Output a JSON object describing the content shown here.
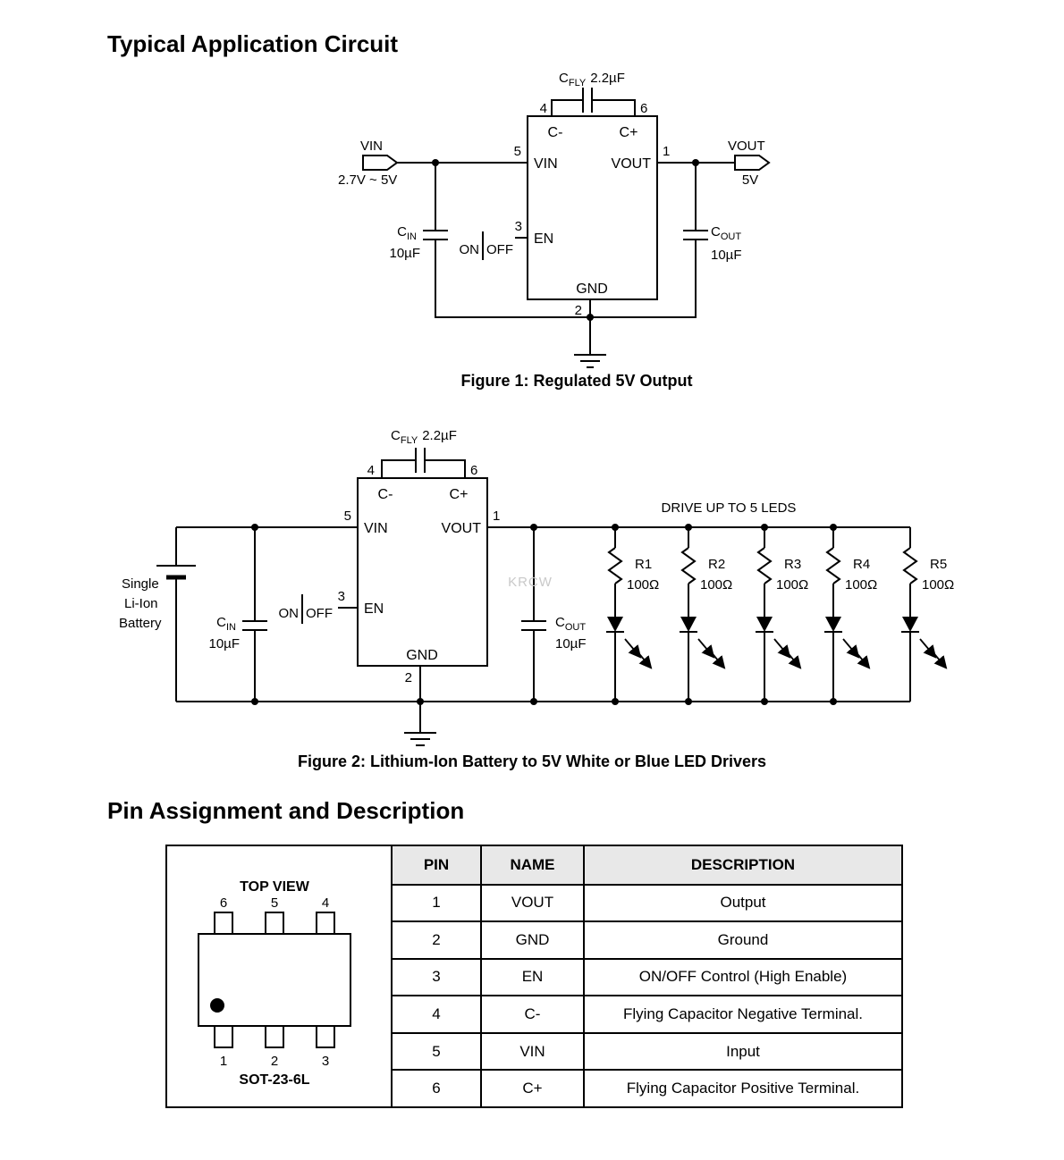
{
  "titles": {
    "section1": "Typical Application Circuit",
    "section2": "Pin Assignment and Description"
  },
  "f1": {
    "caption": "Figure 1: Regulated 5V Output",
    "ic": {
      "pin4": "4",
      "pin6": "6",
      "pin5": "5",
      "pin3": "3",
      "pin1": "1",
      "pin2": "2",
      "cminus": "C-",
      "cplus": "C+",
      "vin": "VIN",
      "vout": "VOUT",
      "en": "EN",
      "gnd": "GND"
    },
    "cfly": {
      "c": "C",
      "sub": "FLY",
      "val": "2.2µF"
    },
    "cin": {
      "c": "C",
      "sub": "IN",
      "val": "10µF"
    },
    "cout": {
      "c": "C",
      "sub": "OUT",
      "val": "10µF"
    },
    "vin": {
      "label": "VIN",
      "range": "2.7V ~ 5V"
    },
    "vout": {
      "label": "VOUT",
      "val": "5V"
    },
    "sw": {
      "on": "ON",
      "off": "OFF"
    }
  },
  "f2": {
    "caption": "Figure 2: Lithium-Ion Battery to 5V White or Blue LED Drivers",
    "ic": {
      "pin4": "4",
      "pin6": "6",
      "pin5": "5",
      "pin3": "3",
      "pin1": "1",
      "pin2": "2",
      "cminus": "C-",
      "cplus": "C+",
      "vin": "VIN",
      "vout": "VOUT",
      "en": "EN",
      "gnd": "GND"
    },
    "cfly": {
      "c": "C",
      "sub": "FLY",
      "val": "2.2µF"
    },
    "cin": {
      "c": "C",
      "sub": "IN",
      "val": "10µF"
    },
    "cout": {
      "c": "C",
      "sub": "OUT",
      "val": "10µF"
    },
    "battery": {
      "line1": "Single",
      "line2": "Li-Ion",
      "line3": "Battery"
    },
    "sw": {
      "on": "ON",
      "off": "OFF"
    },
    "drive": "DRIVE UP TO 5 LEDS",
    "watermark": "KRCW",
    "resistors": [
      {
        "name": "R1",
        "val": "100Ω"
      },
      {
        "name": "R2",
        "val": "100Ω"
      },
      {
        "name": "R3",
        "val": "100Ω"
      },
      {
        "name": "R4",
        "val": "100Ω"
      },
      {
        "name": "R5",
        "val": "100Ω"
      }
    ]
  },
  "pin_table": {
    "top_view": "TOP VIEW",
    "package": "SOT-23-6L",
    "top_pins": [
      "6",
      "5",
      "4"
    ],
    "bottom_pins": [
      "1",
      "2",
      "3"
    ],
    "headers": [
      "PIN",
      "NAME",
      "DESCRIPTION"
    ],
    "rows": [
      {
        "pin": "1",
        "name": "VOUT",
        "desc": "Output"
      },
      {
        "pin": "2",
        "name": "GND",
        "desc": "Ground"
      },
      {
        "pin": "3",
        "name": "EN",
        "desc": "ON/OFF Control (High Enable)"
      },
      {
        "pin": "4",
        "name": "C-",
        "desc": "Flying Capacitor Negative Terminal."
      },
      {
        "pin": "5",
        "name": "VIN",
        "desc": "Input"
      },
      {
        "pin": "6",
        "name": "C+",
        "desc": "Flying Capacitor Positive Terminal."
      }
    ]
  }
}
